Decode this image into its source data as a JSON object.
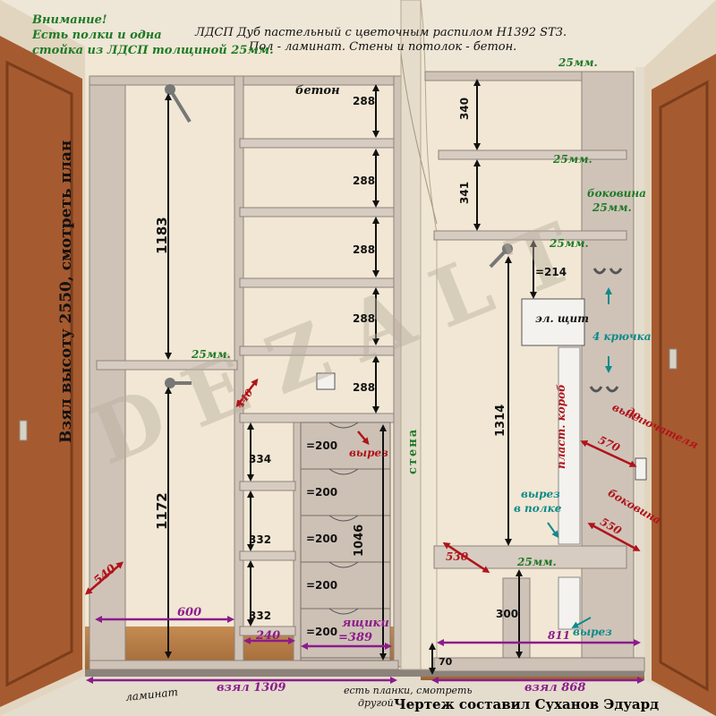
{
  "header": {
    "title_line1": "ЛДСП Дуб пастельный с цветочным распилом Н1392 ST3.",
    "title_line2": "Пол - ламинат. Стены и потолок - бетон."
  },
  "warning": {
    "line1": "Внимание!",
    "line2": "Есть полки и одна",
    "line3": "стойка из ЛДСП толщиной 25мм."
  },
  "left_side": {
    "height_note": "Взял высоту 2550, смотреть план",
    "beton": "бетон",
    "shelf_note": "25мм.",
    "dim_1183": "1183",
    "dim_1172": "1172",
    "dim_540": "540",
    "dim_600": "600",
    "dim_240": "240",
    "dim_440": "440",
    "shelf_heights": [
      "288",
      "288",
      "288",
      "288",
      "288"
    ],
    "lower_shelves": [
      "334",
      "332",
      "332"
    ],
    "dim_1046": "1046",
    "drawers": [
      "=200",
      "=200",
      "=200",
      "=200",
      "=200"
    ],
    "cutout": "вырез",
    "drawers_label": "ящики",
    "drawers_width": "=389",
    "laminate": "ламинат",
    "width_total": "взял 1309"
  },
  "wall": {
    "label": "стена",
    "note_line1": "есть планки, смотреть",
    "note_line2": "другой чертеж"
  },
  "right_side": {
    "top_note": "25мм.",
    "dim_340": "340",
    "shelf2_note": "25мм.",
    "dim_341": "341",
    "side_note_line1": "боковина",
    "side_note_line2": "25мм.",
    "shelf3_note": "25мм.",
    "dim_214": "=214",
    "panel": "эл. щит",
    "hooks": "4 крючка",
    "box": "пласт. короб",
    "dim_1314": "1314",
    "switch_line1": "до",
    "switch_line2": "выключателя",
    "dim_570": "570",
    "cutout_line1": "вырез",
    "cutout_line2": "в полке",
    "side2": "боковина",
    "dim_550": "550",
    "dim_530": "530",
    "bottom_shelf_note": "25мм.",
    "dim_300": "300",
    "dim_811": "811",
    "cutout2": "вырез",
    "dim_70": "70",
    "width_total": "взял 868"
  },
  "author": "Чертеж составил Суханов Эдуард",
  "watermark": "DEZALT",
  "colors": {
    "door": "#a65a2f",
    "wall": "#f1e7d4",
    "panel": "#cfc3b8",
    "floor": "#b87a42",
    "green": "#1e7a26",
    "red": "#b0141a",
    "purple": "#8c1b8c",
    "teal": "#0f8a8a"
  }
}
